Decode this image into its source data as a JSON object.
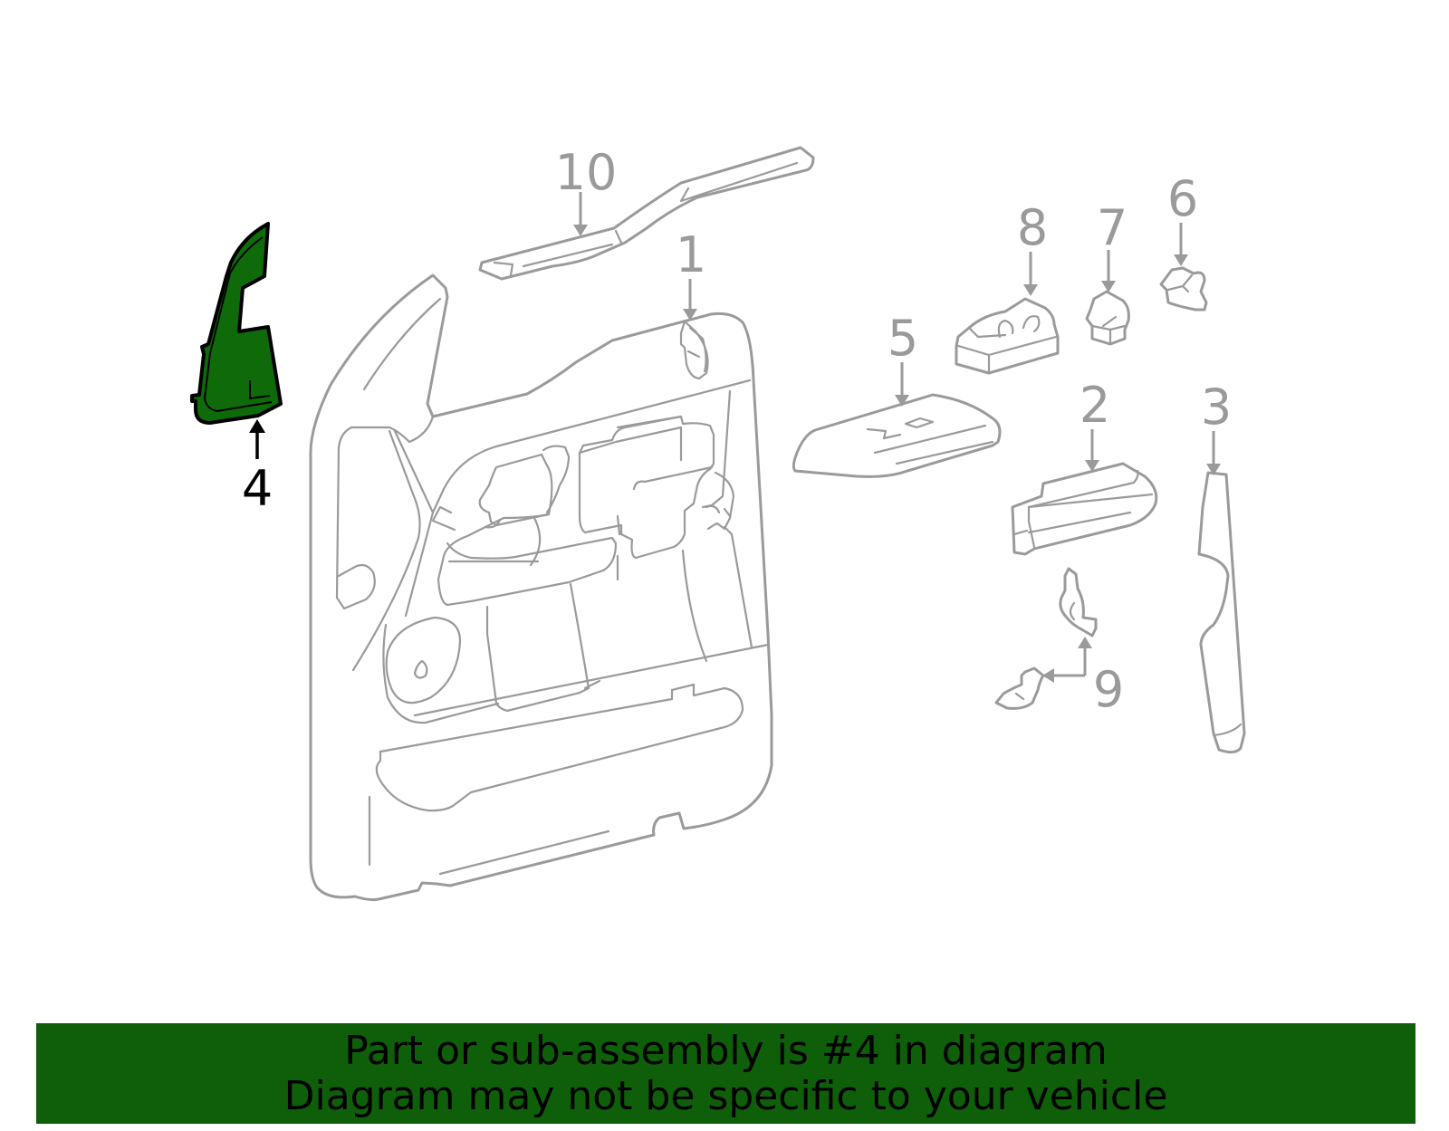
{
  "diagram": {
    "highlight_color": "#0f6b0a",
    "line_color": "#9a9a9a",
    "highlighted_part": "4",
    "callouts": {
      "c1": "1",
      "c2": "2",
      "c3": "3",
      "c4": "4",
      "c5": "5",
      "c6": "6",
      "c7": "7",
      "c8": "8",
      "c9": "9",
      "c10": "10"
    }
  },
  "banner": {
    "background": "#0f5f0a",
    "line1": "Part or sub-assembly is #4 in diagram",
    "line2": "Diagram may not be specific to your vehicle"
  }
}
